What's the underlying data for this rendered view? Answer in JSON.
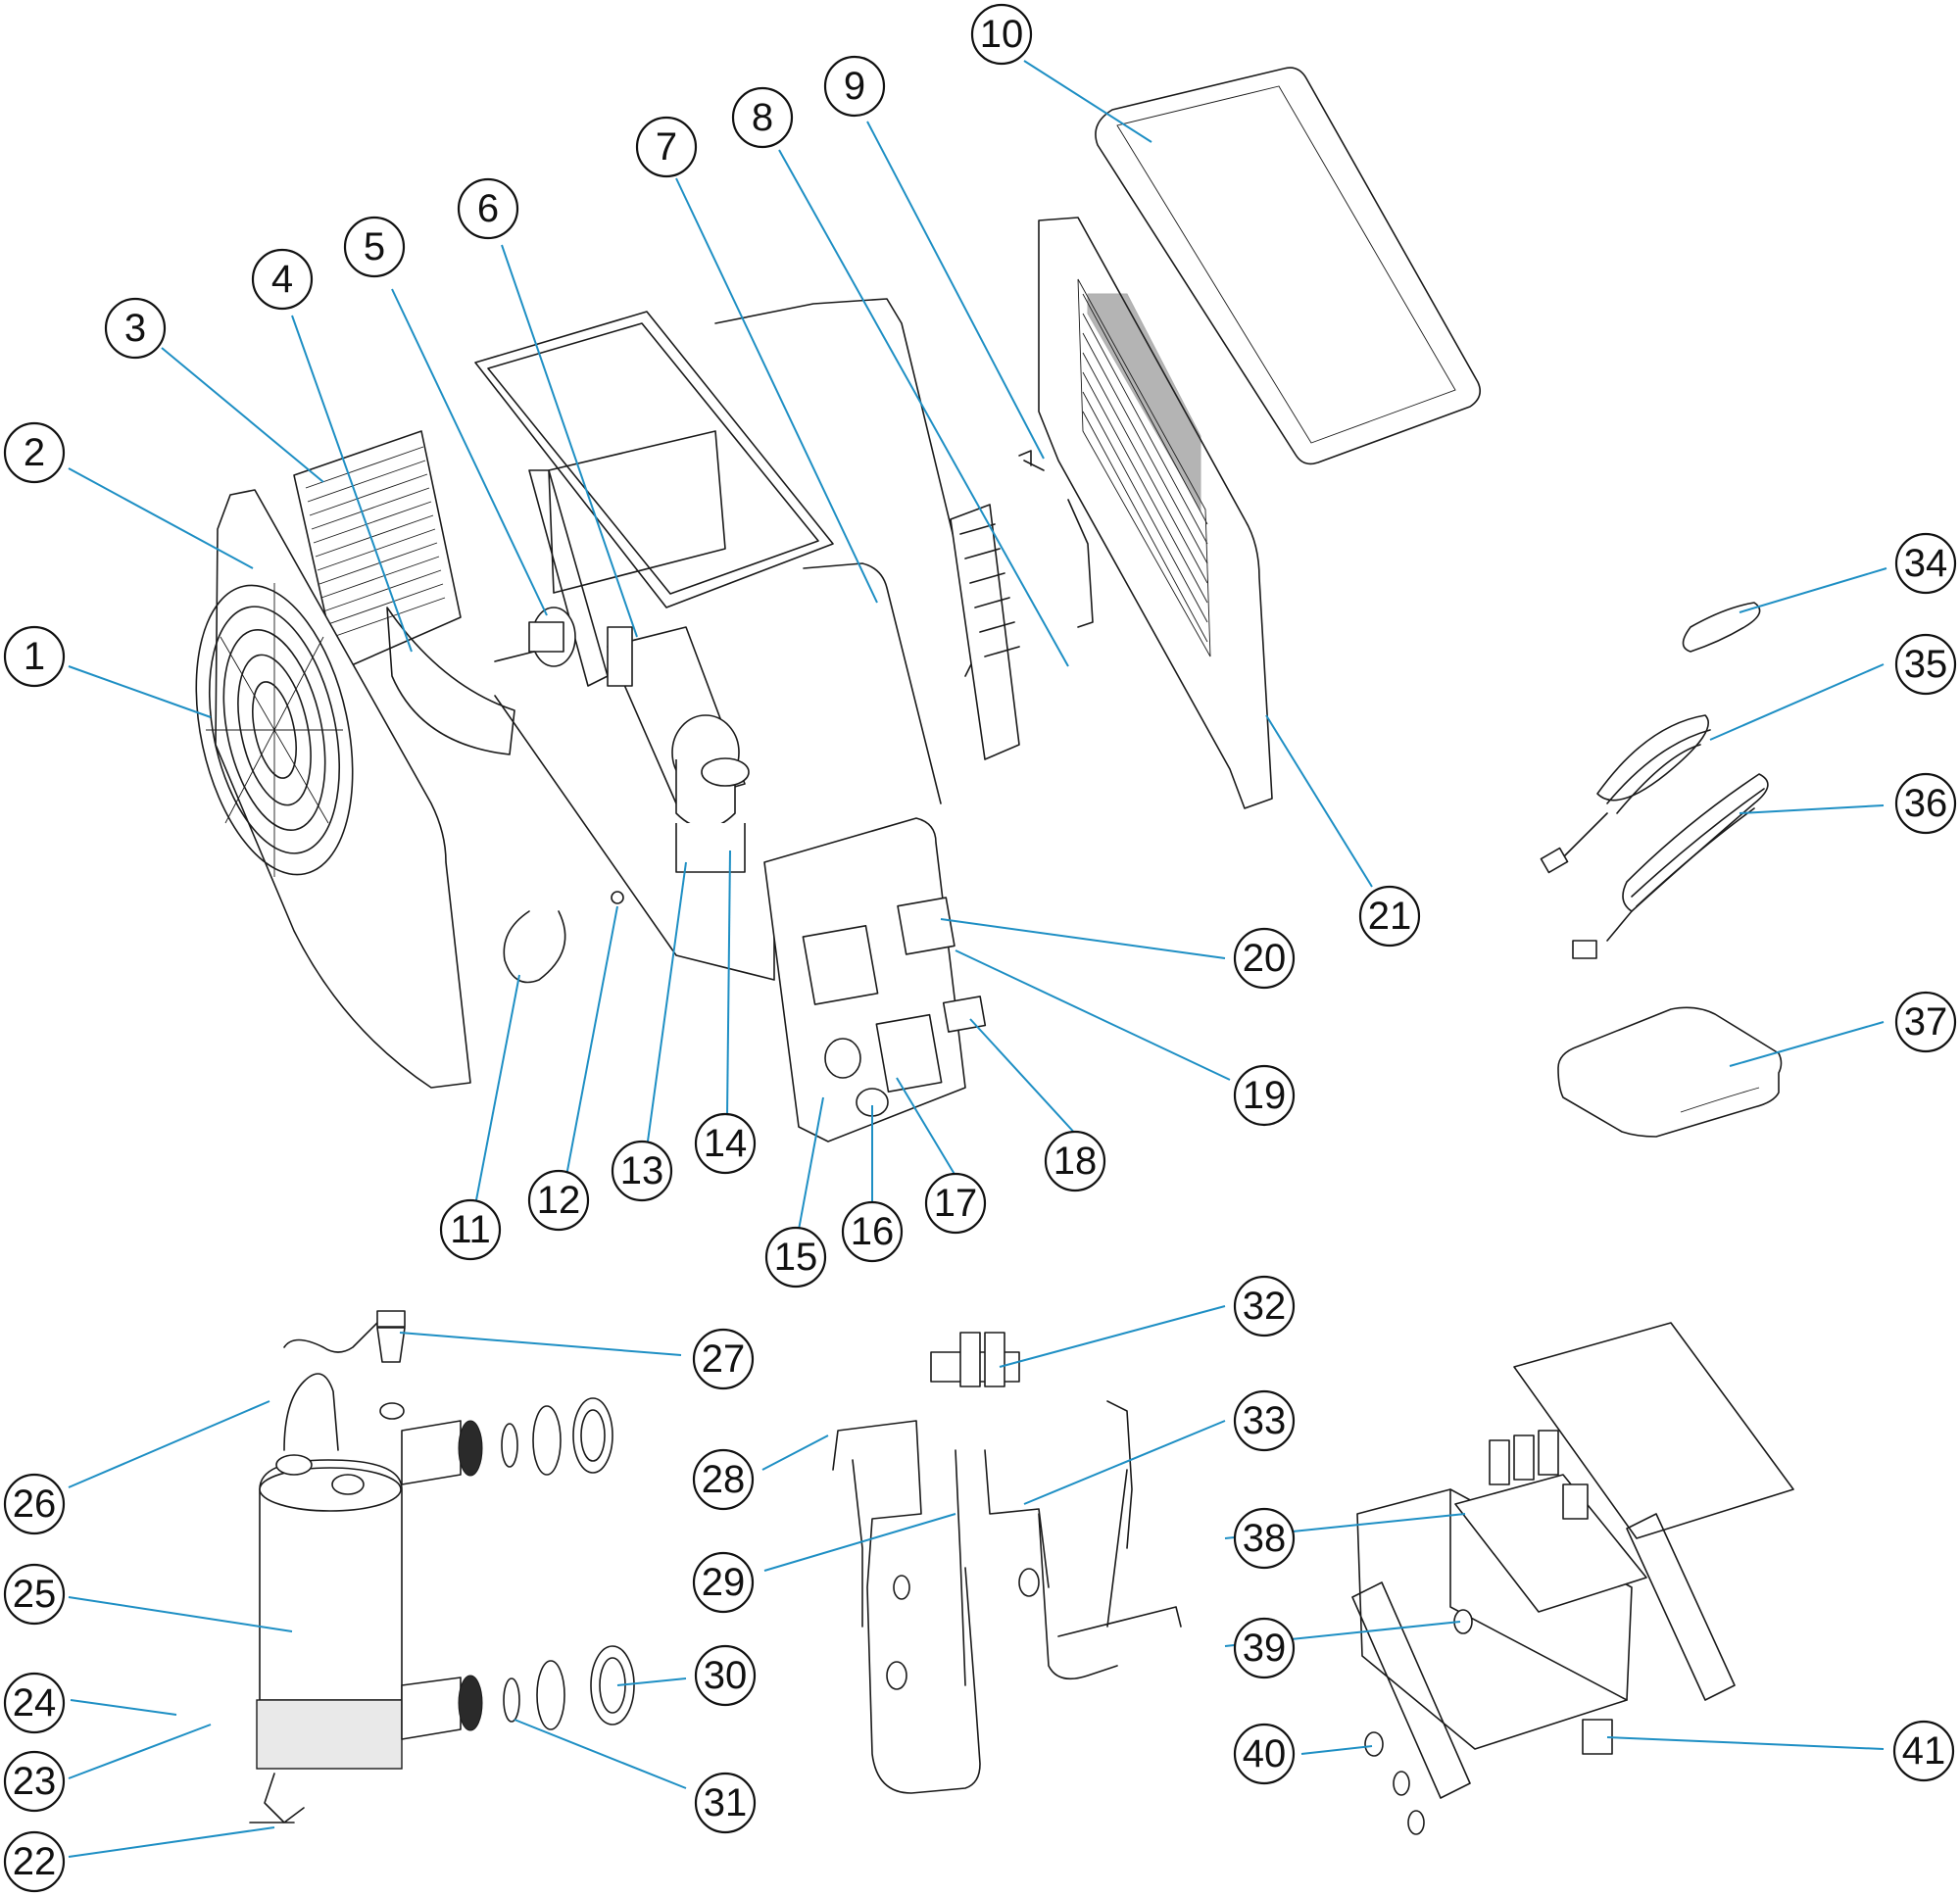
{
  "callouts": [
    {
      "id": "1",
      "label": "1"
    },
    {
      "id": "2",
      "label": "2"
    },
    {
      "id": "3",
      "label": "3"
    },
    {
      "id": "4",
      "label": "4"
    },
    {
      "id": "5",
      "label": "5"
    },
    {
      "id": "6",
      "label": "6"
    },
    {
      "id": "7",
      "label": "7"
    },
    {
      "id": "8",
      "label": "8"
    },
    {
      "id": "9",
      "label": "9"
    },
    {
      "id": "10",
      "label": "10"
    },
    {
      "id": "11",
      "label": "11"
    },
    {
      "id": "12",
      "label": "12"
    },
    {
      "id": "13",
      "label": "13"
    },
    {
      "id": "14",
      "label": "14"
    },
    {
      "id": "15",
      "label": "15"
    },
    {
      "id": "16",
      "label": "16"
    },
    {
      "id": "17",
      "label": "17"
    },
    {
      "id": "18",
      "label": "18"
    },
    {
      "id": "19",
      "label": "19"
    },
    {
      "id": "20",
      "label": "20"
    },
    {
      "id": "21",
      "label": "21"
    },
    {
      "id": "22",
      "label": "22"
    },
    {
      "id": "23",
      "label": "23"
    },
    {
      "id": "24",
      "label": "24"
    },
    {
      "id": "25",
      "label": "25"
    },
    {
      "id": "26",
      "label": "26"
    },
    {
      "id": "27",
      "label": "27"
    },
    {
      "id": "28",
      "label": "28"
    },
    {
      "id": "29",
      "label": "29"
    },
    {
      "id": "30",
      "label": "30"
    },
    {
      "id": "31",
      "label": "31"
    },
    {
      "id": "32",
      "label": "32"
    },
    {
      "id": "33",
      "label": "33"
    },
    {
      "id": "34",
      "label": "34"
    },
    {
      "id": "35",
      "label": "35"
    },
    {
      "id": "36",
      "label": "36"
    },
    {
      "id": "37",
      "label": "37"
    },
    {
      "id": "38",
      "label": "38"
    },
    {
      "id": "39",
      "label": "39"
    },
    {
      "id": "40",
      "label": "40"
    },
    {
      "id": "41",
      "label": "41"
    }
  ],
  "colors": {
    "leader": "#1e8fc4",
    "line": "#1a1a1a",
    "background": "#ffffff"
  }
}
